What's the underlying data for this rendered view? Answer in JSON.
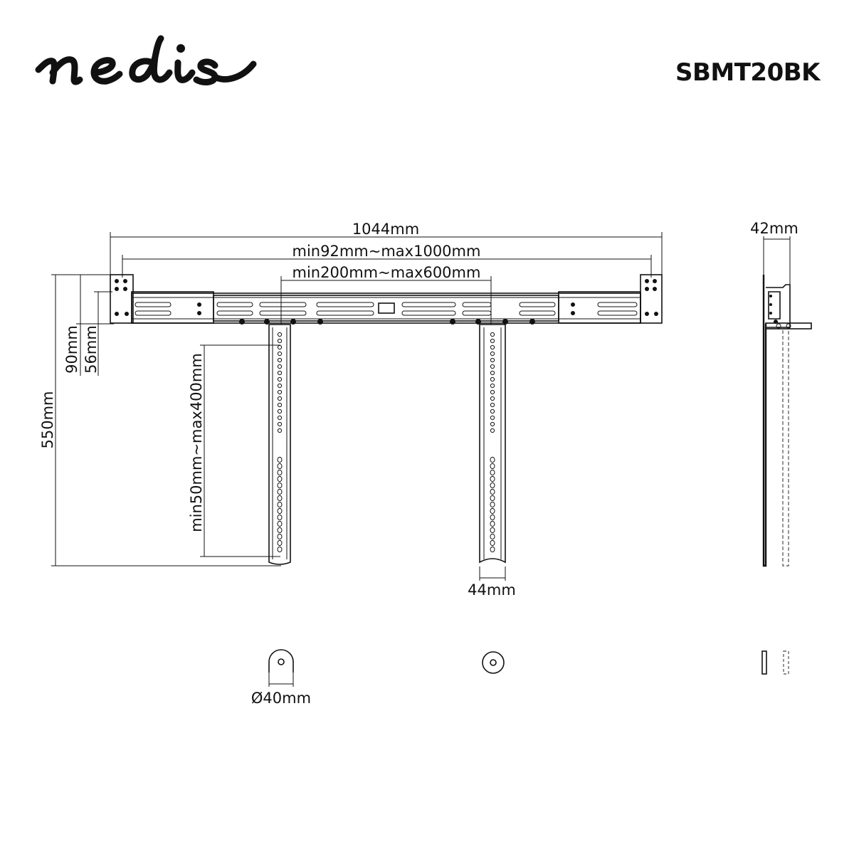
{
  "brand": {
    "logo_text": "nedis"
  },
  "product": {
    "model": "SBMT20BK"
  },
  "dimensions": {
    "overall_width": "1044mm",
    "arm_spacing_range": "min92mm~max1000mm",
    "bracket_spacing_range": "min200mm~max600mm",
    "side_depth": "42mm",
    "total_height": "550mm",
    "bar_height": "90mm",
    "bar_inner_height": "56mm",
    "arm_adjust_range": "min50mm~max400mm",
    "arm_width": "44mm",
    "tube_diameter": "Ø40mm"
  }
}
